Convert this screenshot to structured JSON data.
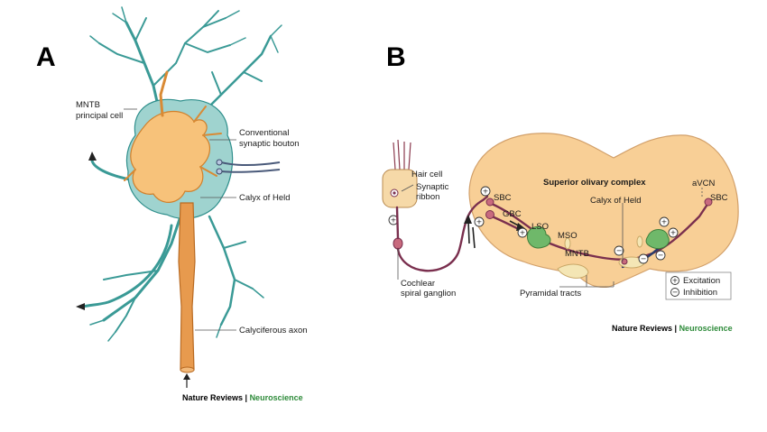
{
  "panel_a": {
    "letter": "A",
    "labels": {
      "mntb_principal_cell_1": "MNTB",
      "mntb_principal_cell_2": "principal cell",
      "conventional_bouton_1": "Conventional",
      "conventional_bouton_2": "synaptic bouton",
      "calyx_of_held": "Calyx of Held",
      "calyciferous_axon": "Calyciferous axon"
    },
    "credit": {
      "journal": "Nature Reviews",
      "separator": " | ",
      "section": "Neuroscience"
    }
  },
  "panel_b": {
    "letter": "B",
    "labels": {
      "hair_cell": "Hair cell",
      "synaptic_ribbon_1": "Synaptic",
      "synaptic_ribbon_2": "ribbon",
      "cochlear_1": "Cochlear",
      "cochlear_2": "spiral ganglion",
      "superior_olivary_complex": "Superior olivary complex",
      "sbc_left": "SBC",
      "gbc": "GBC",
      "lso": "LSO",
      "mso": "MSO",
      "mntb": "MNTB",
      "calyx_of_held": "Calyx of Held",
      "avcn": "aVCN",
      "sbc_right": "SBC",
      "pyramidal_tracts": "Pyramidal tracts"
    },
    "legend": {
      "excitation_symbol": "+",
      "excitation": "Excitation",
      "inhibition_symbol": "−",
      "inhibition": "Inhibition"
    },
    "signs": {
      "plus": "+",
      "minus": "−"
    },
    "credit": {
      "journal": "Nature Reviews",
      "separator": " | ",
      "section": "Neuroscience"
    }
  },
  "colors": {
    "teal_fill": "#9fd3cf",
    "teal_stroke": "#2f8f8c",
    "orange_fill": "#f7c27a",
    "brainstem_fill": "#f8cf96",
    "fiber": "#7a2f4e",
    "green_nucleus": "#6fb86a",
    "credit_green": "#2e8b3a"
  }
}
